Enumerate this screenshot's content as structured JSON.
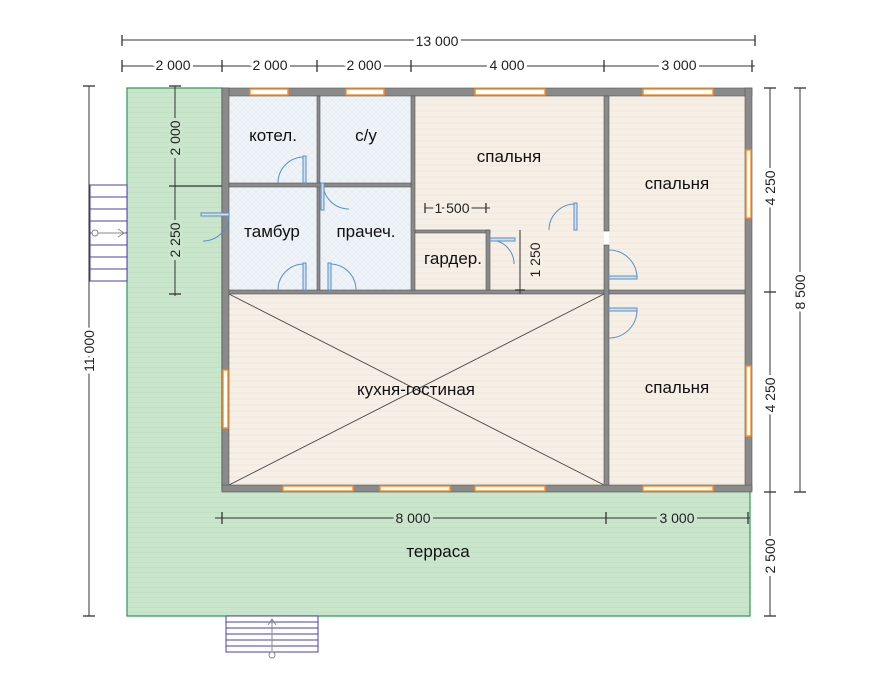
{
  "colors": {
    "terrace": "#c9e6cc",
    "terrace_edge": "#2e9b5a",
    "room_wood": "#f6efe6",
    "room_tile": "#eef3f7",
    "wall": "#8a8a8a",
    "window": "#ff8c1a",
    "door": "#5a8fc4",
    "steps": "#4b3fa8"
  },
  "rooms": {
    "kotel": "котел.",
    "su": "с/у",
    "bedroom_1": "спальня",
    "bedroom_2": "спальня",
    "bedroom_3": "спальня",
    "tambur": "тамбур",
    "prachech": "прачеч.",
    "garder": "гардер.",
    "kitchen": "кухня-гостиная",
    "terrace": "терраса"
  },
  "dimensions": {
    "top_total": "13 000",
    "top_segments": [
      "2 000",
      "2 000",
      "2 000",
      "4 000",
      "3 000"
    ],
    "left_total": "11 000",
    "left_upper": "2 000",
    "left_lower": "2 250",
    "right_total": "8 500",
    "right_upper": "4 250",
    "right_lower": "4 250",
    "right_terrace": "2 500",
    "bottom_left": "8 000",
    "bottom_right": "3 000",
    "corridor_width": "1 500",
    "corridor_depth": "1 250"
  },
  "icons": {
    "steps_left": "stairs-icon",
    "steps_bottom": "stairs-icon",
    "kitchen_cross": "cross-icon"
  }
}
